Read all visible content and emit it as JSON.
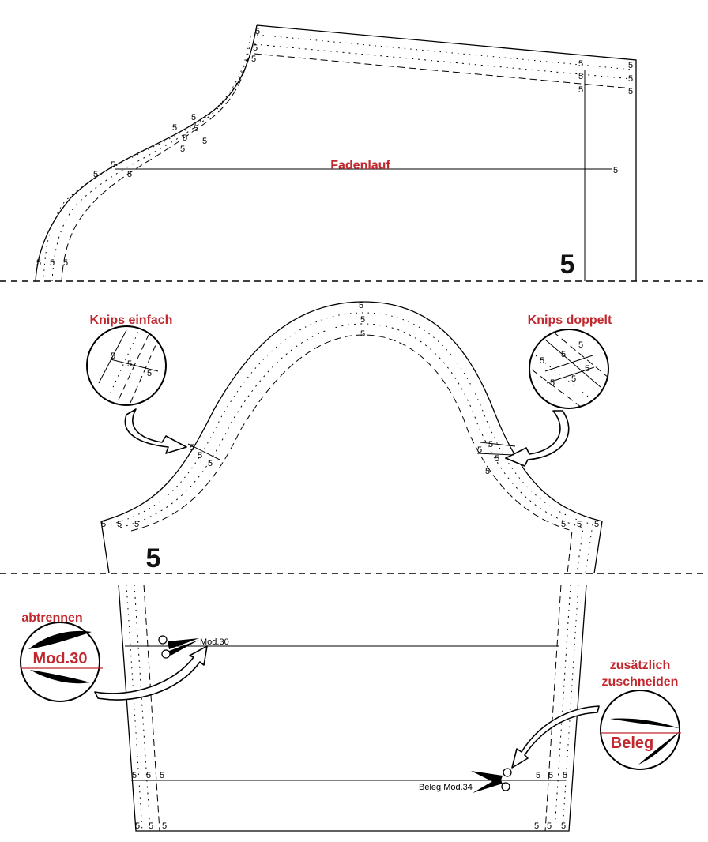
{
  "labels": {
    "grain_line": "Fadenlauf",
    "notch_single": "Knips einfach",
    "notch_double": "Knips doppelt",
    "cut_off": "abtrennen",
    "cut_off_model": "Mod.30",
    "extra_cut_line1": "zusätzlich",
    "extra_cut_line2": "zuschneiden",
    "facing": "Beleg",
    "cut_line_label": "Mod.30",
    "facing_line_label": "Beleg Mod.34",
    "size_top": "5",
    "size_mid": "5",
    "seam_mark": "5"
  },
  "colors": {
    "accent": "#c0282e",
    "line": "#000000"
  },
  "icons": [
    "scissors-icon",
    "arrow-icon",
    "magnifier-circle-icon"
  ]
}
